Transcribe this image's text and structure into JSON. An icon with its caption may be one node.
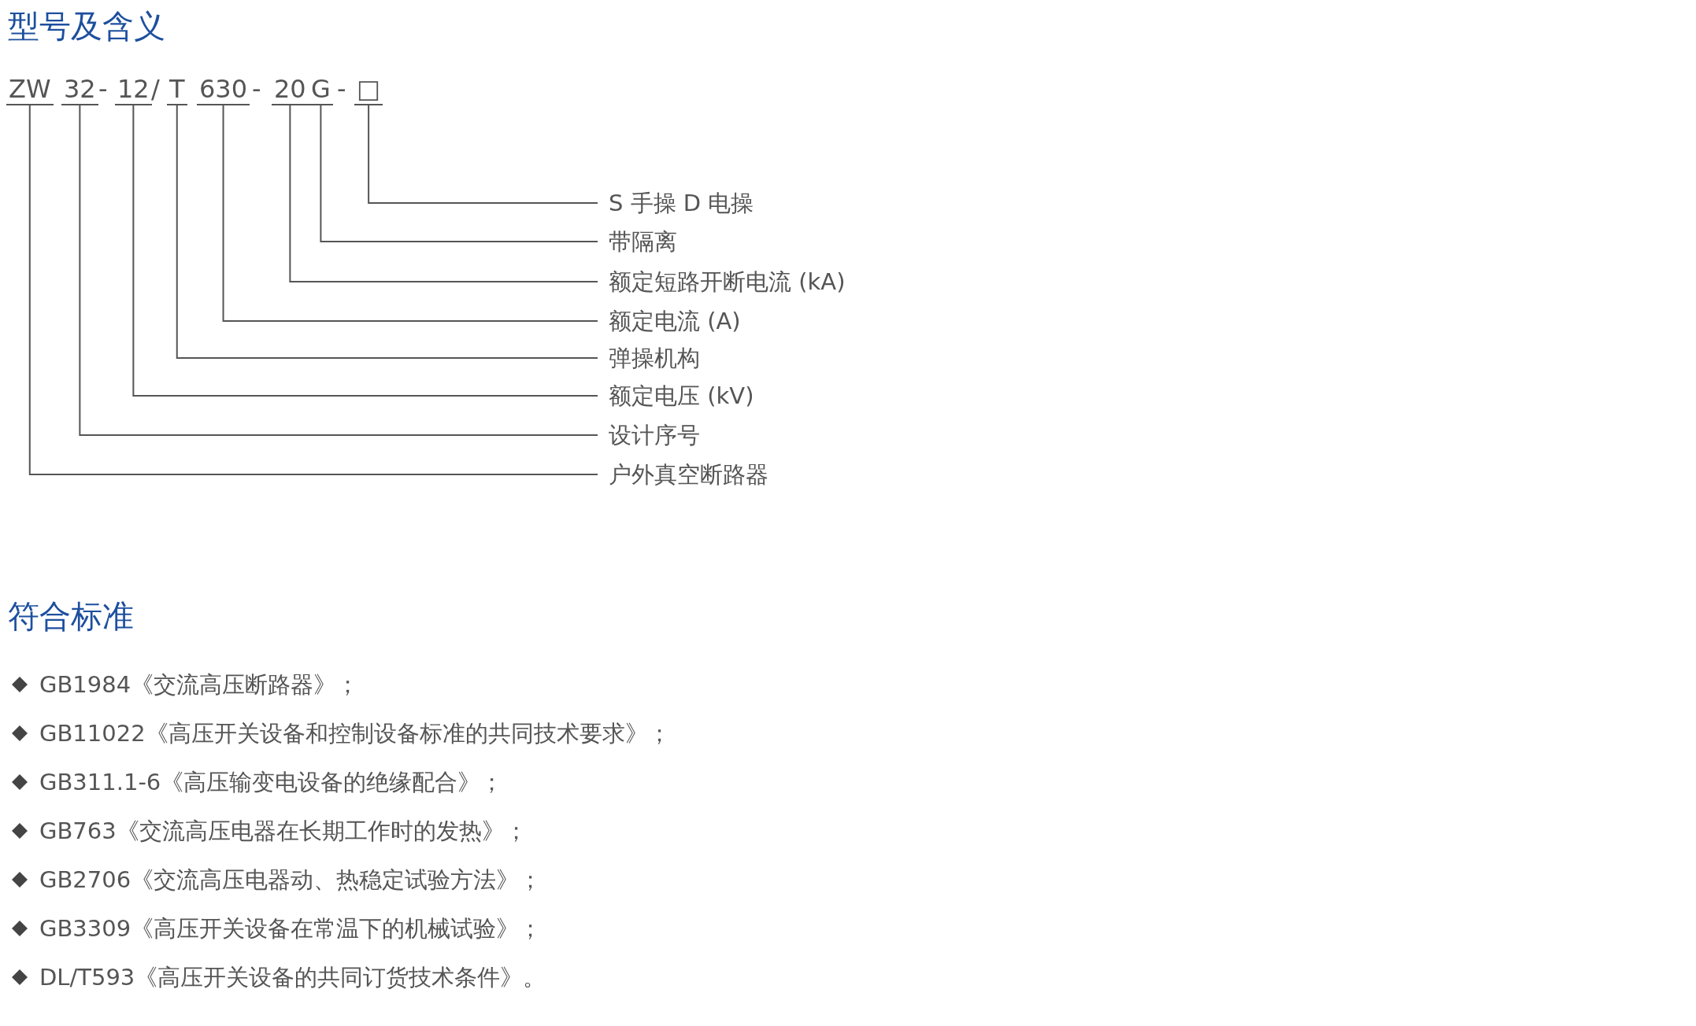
{
  "diagram": {
    "title": "型号及含义",
    "nodes": [
      {
        "text": [
          "ZW"
        ]
      },
      {
        "text": [
          "32"
        ]
      },
      {
        "text": [
          "12"
        ]
      },
      {
        "text": [
          "T"
        ]
      },
      {
        "text": [
          "630"
        ]
      },
      {
        "text": [
          "20"
        ]
      },
      {
        "text": [
          "G"
        ]
      },
      {
        "text": [
          "□"
        ]
      },
      {
        "text": [
          "S 手操 D 电操"
        ]
      },
      {
        "text": [
          "带隔离"
        ]
      },
      {
        "text": [
          "额定短路开断电流 (kA)"
        ]
      },
      {
        "text": [
          "额定电流 (A)"
        ]
      },
      {
        "text": [
          "弹操机构"
        ]
      },
      {
        "text": [
          "额定电压 (kV)"
        ]
      },
      {
        "text": [
          "设计序号"
        ]
      },
      {
        "text": [
          "户外真空断路器"
        ]
      }
    ],
    "edges": [
      {
        "from": 0,
        "to": 15,
        "arrow": "none"
      },
      {
        "from": 1,
        "to": 14,
        "arrow": "none"
      },
      {
        "from": 2,
        "to": 13,
        "arrow": "none"
      },
      {
        "from": 3,
        "to": 12,
        "arrow": "none"
      },
      {
        "from": 4,
        "to": 11,
        "arrow": "none"
      },
      {
        "from": 5,
        "to": 10,
        "arrow": "none"
      },
      {
        "from": 6,
        "to": 9,
        "arrow": "none"
      },
      {
        "from": 7,
        "to": 8,
        "arrow": "none"
      }
    ],
    "labels": [
      "-",
      "/",
      "-",
      "-",
      "符合标准",
      "GB1984《交流高压断路器》；",
      "GB11022《高压开关设备和控制设备标准的共同技术要求》；",
      "GB311.1-6《高压输变电设备的绝缘配合》；",
      "GB763《交流高压电器在长期工作时的发热》；",
      "GB2706《交流高压电器动、热稳定试验方法》；",
      "GB3309《高压开关设备在常温下的机械试验》；",
      "DL/T593《高压开关设备的共同订货技术条件》。"
    ]
  }
}
